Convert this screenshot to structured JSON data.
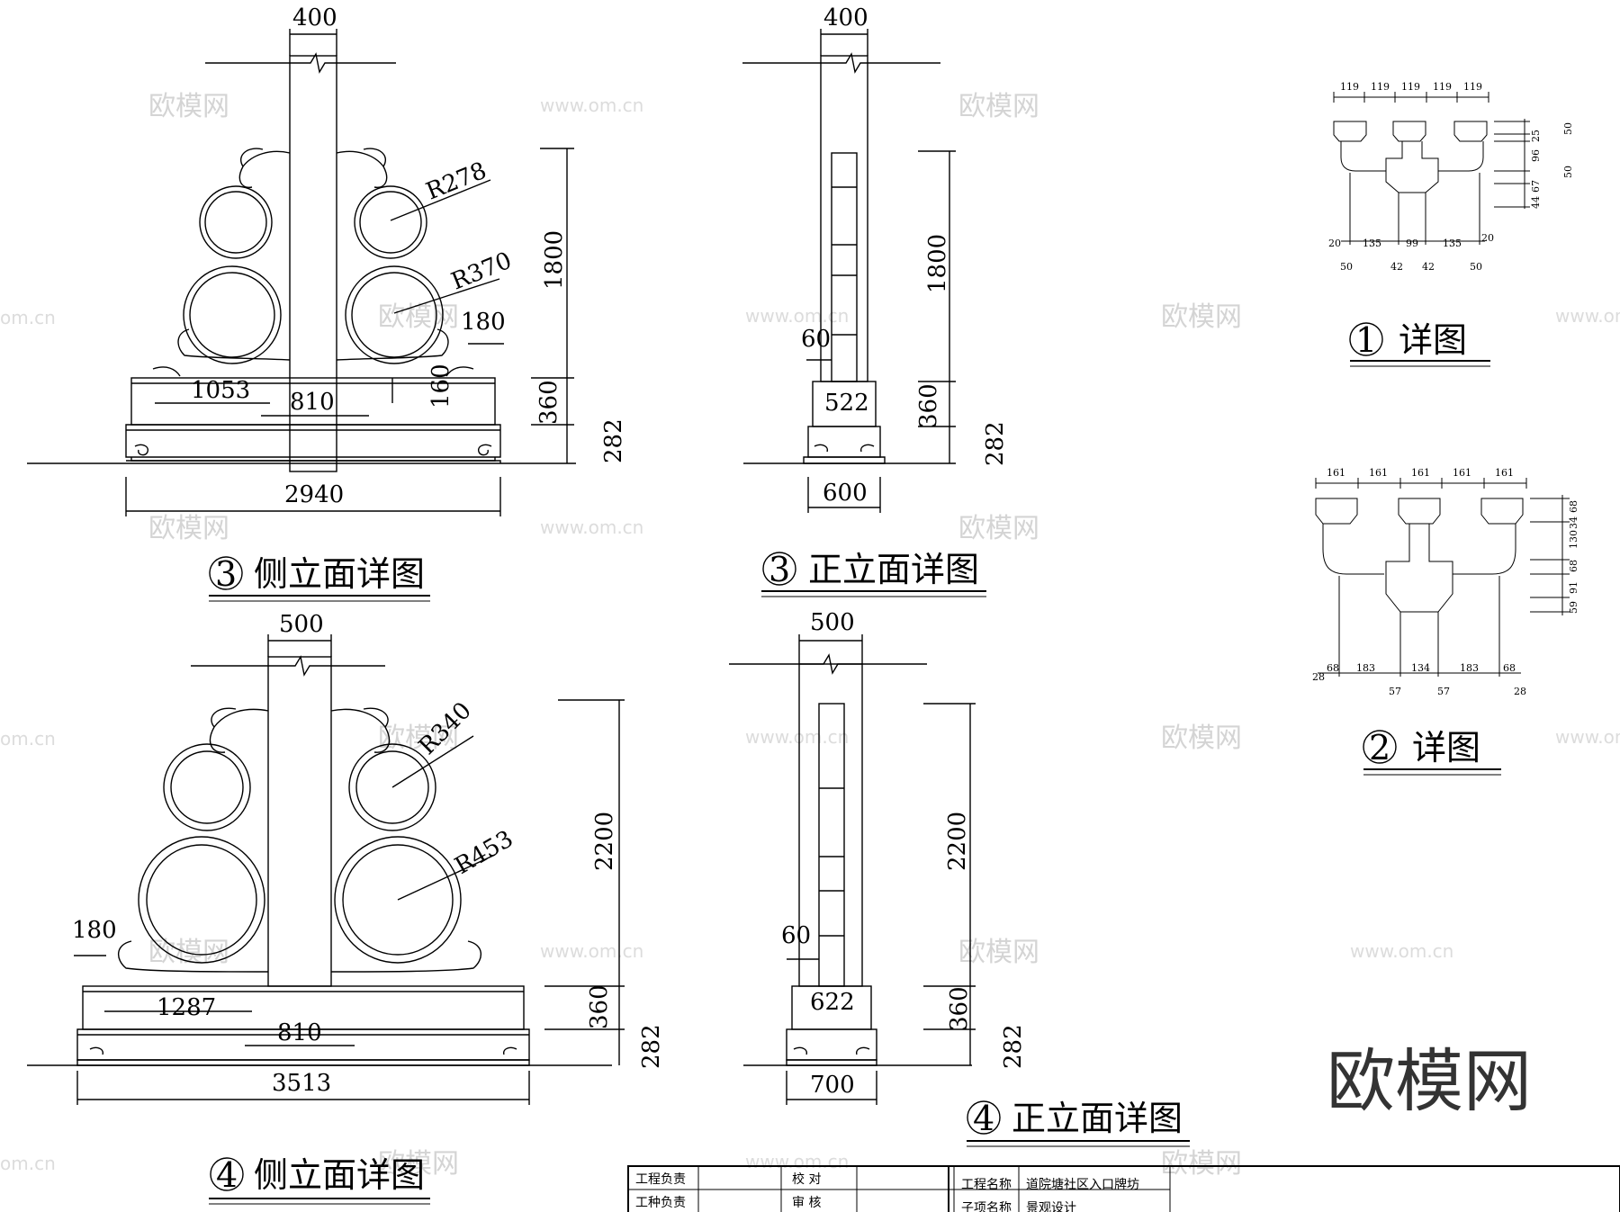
{
  "views": {
    "v3_side": {
      "title": "侧立面详图",
      "num": "3",
      "col_width": "400",
      "r_top": "R278",
      "r_bottom": "R370",
      "height": "1800",
      "ear": "180",
      "left_len": "1053",
      "center": "810",
      "step": "160",
      "base_h": "360",
      "foot_h": "282",
      "total": "2940"
    },
    "v3_front": {
      "title": "正立面详图",
      "num": "3",
      "col_width": "400",
      "height": "1800",
      "offset": "60",
      "base_w": "522",
      "base_h": "360",
      "foot_h": "282",
      "total": "600"
    },
    "v4_side": {
      "title": "侧立面详图",
      "num": "4",
      "col_width": "500",
      "r_top": "R340",
      "r_bottom": "R453",
      "height": "2200",
      "ear": "180",
      "left_len": "1287",
      "center": "810",
      "base_h": "360",
      "foot_h": "282",
      "total": "3513"
    },
    "v4_front": {
      "title": "正立面详图",
      "num": "4",
      "col_width": "500",
      "height": "2200",
      "offset": "60",
      "base_w": "622",
      "base_h": "360",
      "foot_h": "282",
      "total": "700"
    },
    "detail1": {
      "title": "详图",
      "num": "1",
      "top_dims": [
        "119",
        "119",
        "119",
        "119",
        "119"
      ],
      "right_dims": [
        "50",
        "25",
        "96",
        "50",
        "67",
        "44"
      ],
      "bottom_dims": [
        "20",
        "135",
        "99",
        "135",
        "20"
      ],
      "bottom_dims2": [
        "50",
        "42",
        "42",
        "50"
      ]
    },
    "detail2": {
      "title": "详图",
      "num": "2",
      "top_dims": [
        "161",
        "161",
        "161",
        "161",
        "161"
      ],
      "right_dims": [
        "68",
        "34",
        "130",
        "68",
        "91",
        "59"
      ],
      "bottom_dims": [
        "28",
        "68",
        "183",
        "134",
        "183",
        "68"
      ],
      "bottom_dims2": [
        "57",
        "57",
        "28"
      ]
    }
  },
  "watermark": {
    "brand": "欧模网",
    "url": "www.om.cn",
    "url_short": "om.cn"
  },
  "title_block": {
    "r1c1": "工程负责",
    "r1c3": "校  对",
    "r1c5": "工程名称",
    "r1c6": "道院塘社区入口牌坊",
    "r2c1": "工种负责",
    "r2c3": "审  核",
    "r2c5": "子项名称",
    "r2c6": "景观设计"
  }
}
